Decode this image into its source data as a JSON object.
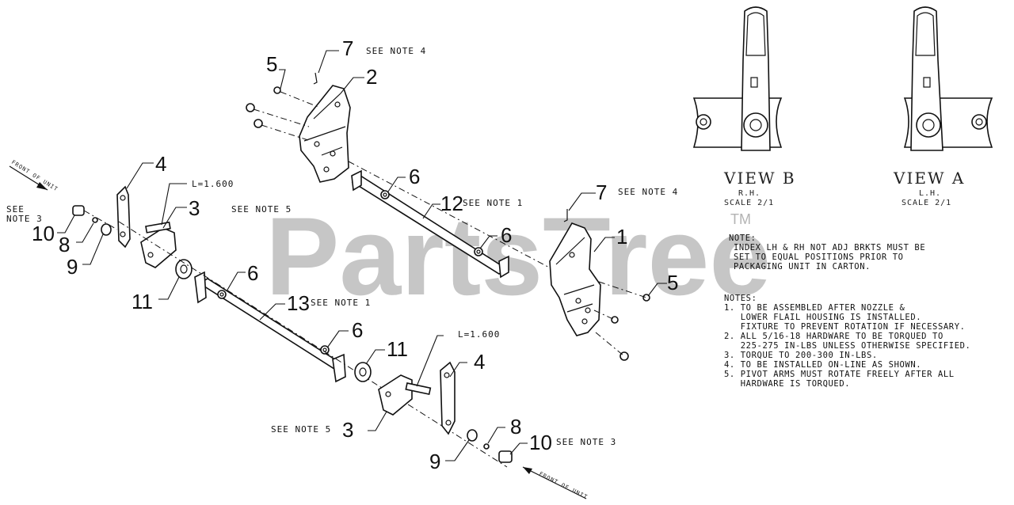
{
  "watermark": {
    "text": "PartsTree",
    "tm": "TM"
  },
  "callouts": {
    "c1": "1",
    "c2": "2",
    "c3a": "3",
    "c3b": "3",
    "c4a": "4",
    "c4b": "4",
    "c5a": "5",
    "c5b": "5",
    "c6a": "6",
    "c6b": "6",
    "c6c": "6",
    "c6d": "6",
    "c7a": "7",
    "c7b": "7",
    "c8a": "8",
    "c8b": "8",
    "c9a": "9",
    "c9b": "9",
    "c10a": "10",
    "c10b": "10",
    "c11a": "11",
    "c11b": "11",
    "c12": "12",
    "c13": "13"
  },
  "notes_inline": {
    "n7a": "SEE NOTE 4",
    "n7b": "SEE NOTE 4",
    "n12": "SEE NOTE 1",
    "n13": "SEE NOTE 1",
    "n5": "SEE NOTE 5",
    "n5b": "SEE NOTE 5",
    "n3a_l1": "SEE",
    "n3a_l2": "NOTE 3",
    "n3b": "SEE NOTE 3",
    "len_a": "L=1.600",
    "len_b": "L=1.600"
  },
  "views": {
    "b": {
      "title": "VIEW B",
      "sub1": "R.H.",
      "sub2": "SCALE 2/1"
    },
    "a": {
      "title": "VIEW A",
      "sub1": "L.H.",
      "sub2": "SCALE 2/1"
    }
  },
  "note_block": {
    "title": "NOTE:",
    "lines": [
      "INDEX LH & RH NOT ADJ BRKTS MUST BE",
      "SET TO EQUAL POSITIONS PRIOR TO",
      "PACKAGING UNIT IN CARTON."
    ]
  },
  "notes_block": {
    "title": "NOTES:",
    "lines": [
      "1. TO BE ASSEMBLED AFTER NOZZLE &",
      "   LOWER FLAIL HOUSING IS INSTALLED.",
      "   FIXTURE TO PREVENT ROTATION IF NECESSARY.",
      "2. ALL 5/16-18 HARDWARE TO BE TORQUED TO",
      "   225-275 IN-LBS UNLESS OTHERWISE SPECIFIED.",
      "3. TORQUE TO 200-300 IN-LBS.",
      "4. TO BE INSTALLED ON-LINE AS SHOWN.",
      "5. PIVOT ARMS MUST ROTATE FREELY AFTER ALL",
      "   HARDWARE IS TORQUED."
    ]
  },
  "direction_labels": {
    "front_a": "FRONT OF UNIT",
    "front_b": "FRONT OF UNIT"
  }
}
